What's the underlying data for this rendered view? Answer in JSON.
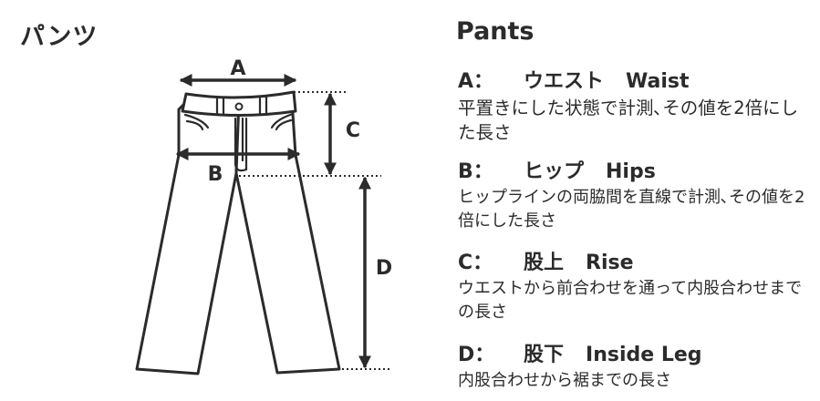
{
  "titles": {
    "jp": "パンツ",
    "en": "Pants"
  },
  "diagram": {
    "label_a": "A",
    "label_b": "B",
    "label_c": "C",
    "label_d": "D"
  },
  "legend": [
    {
      "code": "A：",
      "jp": "ウエスト",
      "en": "Waist",
      "desc": "平置きにした状態で計測､その値を2倍にした長さ"
    },
    {
      "code": "B：",
      "jp": "ヒップ",
      "en": "Hips",
      "desc": "ヒップラインの両脇間を直線で計測､その値を2倍にした長さ"
    },
    {
      "code": "C：",
      "jp": "股上",
      "en": "Rise",
      "desc": "ウエストから前合わせを通って内股合わせまでの長さ"
    },
    {
      "code": "D：",
      "jp": "股下",
      "en": "Inside Leg",
      "desc": "内股合わせから裾までの長さ"
    }
  ],
  "colors": {
    "ink": "#2b2b2b"
  }
}
